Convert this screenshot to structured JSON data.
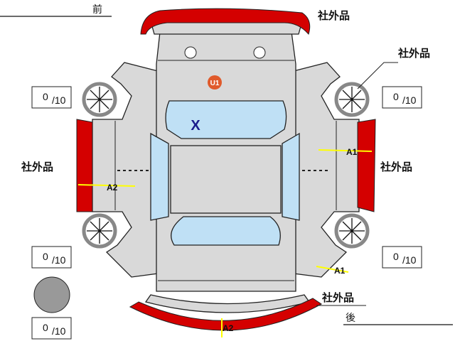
{
  "directions": {
    "front": "前",
    "rear": "後"
  },
  "labels": {
    "front_bumper": "社外品",
    "rear_bumper": "社外品",
    "left_side": "社外品",
    "right_side": "社外品",
    "right_front_wheel": "社外品"
  },
  "tire_scores": {
    "front_left": {
      "value": "0",
      "max": "/10"
    },
    "front_right": {
      "value": "0",
      "max": "/10"
    },
    "rear_left": {
      "value": "0",
      "max": "/10"
    },
    "rear_right": {
      "value": "0",
      "max": "/10"
    },
    "spare": {
      "value": "0",
      "max": "/10"
    }
  },
  "damage_marks": {
    "roof_front": "U1",
    "windshield": "X",
    "right_door": "A1",
    "left_door": "A2",
    "right_rear": "A1",
    "rear_bumper": "A2"
  },
  "colors": {
    "aftermarket": "#d40000",
    "body": "#d9d9d9",
    "glass": "#bfe0f5",
    "marker": "#ffff00",
    "u1": "#e05a2b",
    "x_mark": "#1a1a8c"
  }
}
